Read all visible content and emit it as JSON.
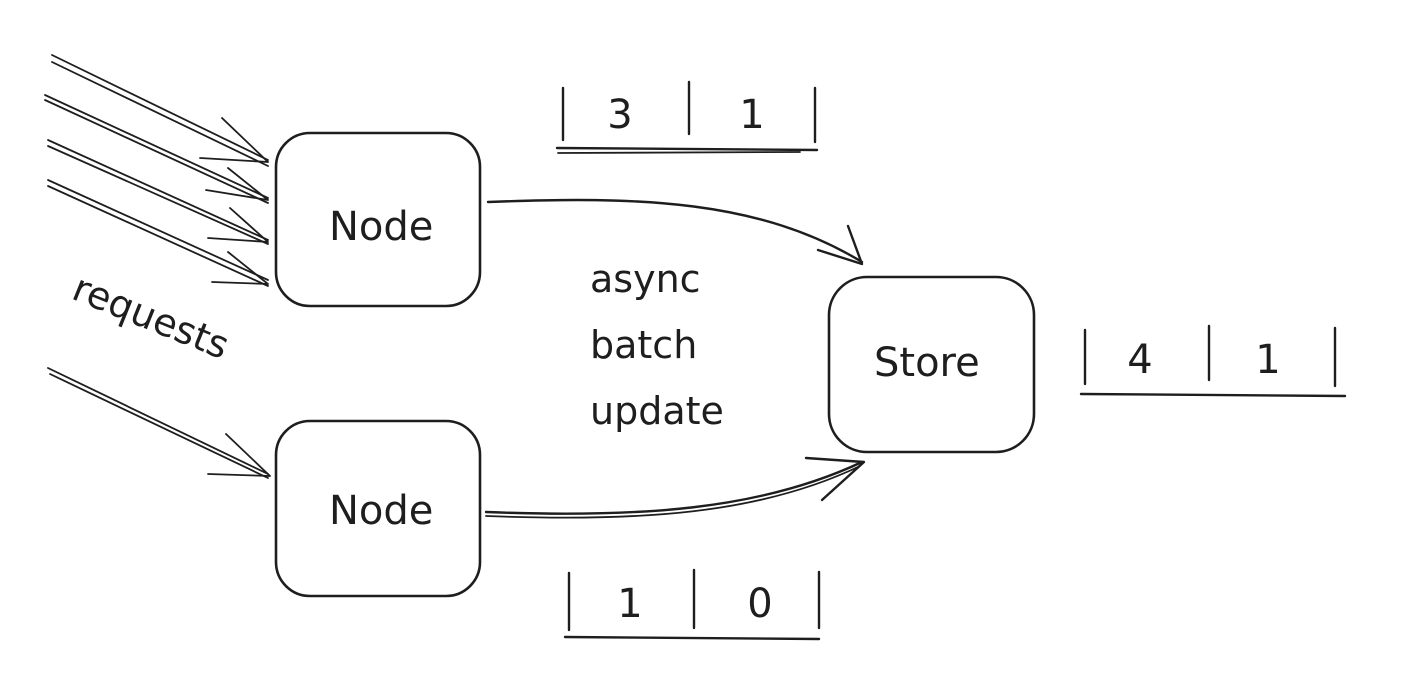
{
  "diagram": {
    "nodes": [
      {
        "id": "node-top",
        "label": "Node"
      },
      {
        "id": "node-bottom",
        "label": "Node"
      },
      {
        "id": "store",
        "label": "Store"
      }
    ],
    "labels": {
      "requests": "requests",
      "process_line1": "async",
      "process_line2": "batch",
      "process_line3": "update"
    },
    "counters": {
      "node_top": [
        "3",
        "1"
      ],
      "node_bottom": [
        "1",
        "0"
      ],
      "store": [
        "4",
        "1"
      ]
    },
    "colors": {
      "stroke": "#1e1e1e",
      "background": "#ffffff"
    }
  }
}
